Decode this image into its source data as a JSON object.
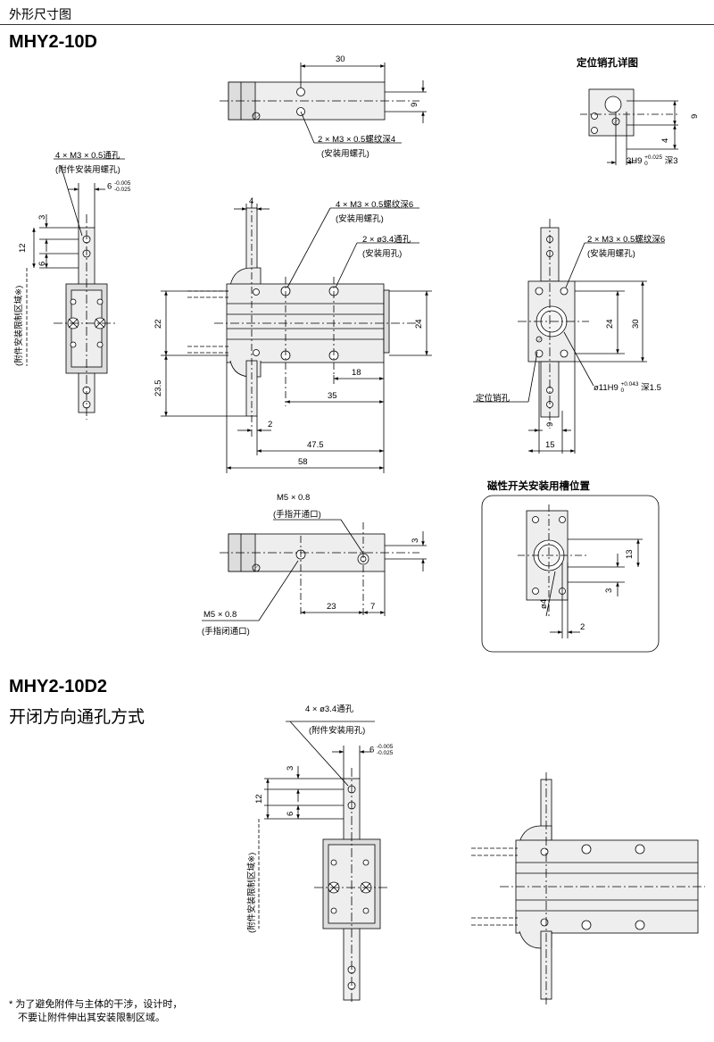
{
  "header": {
    "section_title": "外形尺寸图"
  },
  "models": {
    "m1": "MHY2-10D",
    "m2": "MHY2-10D2",
    "m2_subtitle": "开闭方向通孔方式"
  },
  "top_view": {
    "dim_width": "30",
    "dim_height": "9",
    "callout": "2 × M3 × 0.5螺纹深4",
    "callout_note": "(安装用螺孔)"
  },
  "pin_detail": {
    "title": "定位销孔详图",
    "dim_9": "9",
    "dim_4": "4",
    "dim_3h9": "3H9",
    "tol_up": "+0.025",
    "tol_low": "0",
    "depth": "深3"
  },
  "attachment_left": {
    "callout": "4 × M3 × 0.5通孔",
    "callout_note": "(附件安装用螺孔)",
    "dim_6": "6",
    "tol_up": "-0.005",
    "tol_low": "-0.025",
    "dim_3": "3",
    "dim_12": "12",
    "dim_6b": "6",
    "side_note": "(附件安装限制区域※)"
  },
  "front_view": {
    "dim_4": "4",
    "callout1": "4 × M3 × 0.5螺纹深6",
    "callout1_note": "(安装用螺孔)",
    "callout2": "2 × ø3.4通孔",
    "callout2_note": "(安装用孔)",
    "dim_22": "22",
    "dim_24": "24",
    "dim_18": "18",
    "dim_35": "35",
    "dim_23_5": "23.5",
    "dim_2": "2",
    "dim_47_5": "47.5",
    "dim_58": "58"
  },
  "side_view": {
    "callout": "2 × M3 × 0.5螺纹深6",
    "callout_note": "(安装用螺孔)",
    "dim_24": "24",
    "dim_30": "30",
    "pin_label": "定位销孔",
    "bore": "ø11H9",
    "tol_up": "+0.043",
    "tol_low": "0",
    "depth": "深1.5",
    "dim_9": "9",
    "dim_15": "15"
  },
  "bottom_view": {
    "callout_open": "M5 × 0.8",
    "callout_open_note": "(手指开通口)",
    "callout_close": "M5 × 0.8",
    "callout_close_note": "(手指闭通口)",
    "dim_3": "3",
    "dim_23": "23",
    "dim_7": "7"
  },
  "switch_slot": {
    "title": "磁性开关安装用槽位置",
    "dim_13": "13",
    "dim_3": "3",
    "dim_2": "2",
    "dim_d4": "ø4"
  },
  "d2_attachment": {
    "callout": "4 × ø3.4通孔",
    "callout_note": "(附件安装用孔)",
    "dim_6": "6",
    "tol_up": "-0.005",
    "tol_low": "-0.025",
    "dim_3": "3",
    "dim_12": "12",
    "dim_6b": "6",
    "side_note": "(附件安装限制区域※)"
  },
  "footnote": {
    "line1": "* 为了避免附件与主体的干涉，设计时，",
    "line2": "不要让附件伸出其安装限制区域。"
  }
}
